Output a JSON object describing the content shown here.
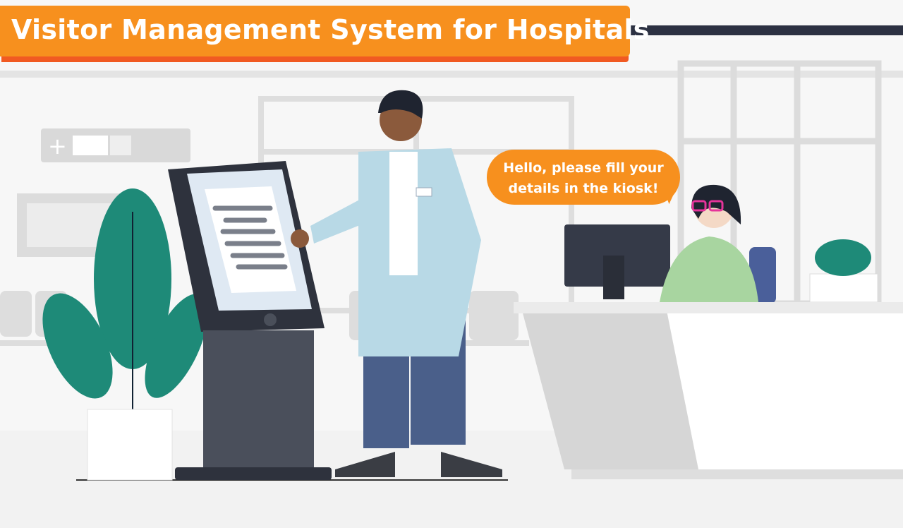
{
  "banner": {
    "title": "Visitor Management System for Hospitals"
  },
  "speech_bubble": {
    "line1": "Hello, please fill your",
    "line2": "details in the kiosk!"
  },
  "colors": {
    "accent": "#f7901e",
    "accent_shadow": "#f15a22",
    "plant": "#1e8a78",
    "kiosk": "#3a3f4b",
    "coat": "#b8d9e6",
    "pants": "#4a5f8a"
  }
}
